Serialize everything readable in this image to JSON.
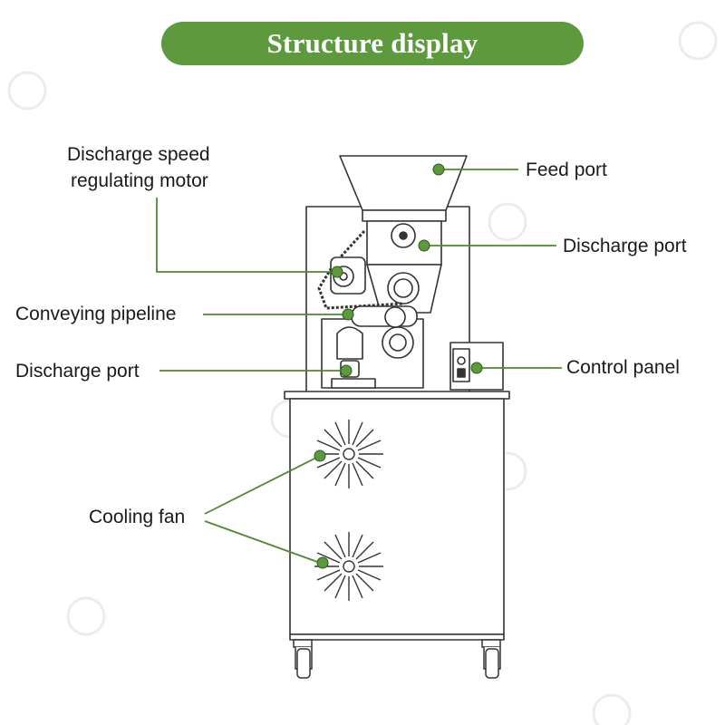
{
  "title": "Structure display",
  "labels": {
    "discharge_speed_motor_line1": "Discharge speed",
    "discharge_speed_motor_line2": "regulating motor",
    "feed_port": "Feed port",
    "discharge_port_upper": "Discharge port",
    "conveying_pipeline": "Conveying pipeline",
    "discharge_port_lower": "Discharge port",
    "control_panel": "Control panel",
    "cooling_fan": "Cooling fan"
  },
  "colors": {
    "accent_green": "#5d9a3e",
    "marker_green": "#4e8a2e",
    "line_drawing": "#333333"
  },
  "icons": {
    "watermark": "gorbok-logo-icon"
  }
}
